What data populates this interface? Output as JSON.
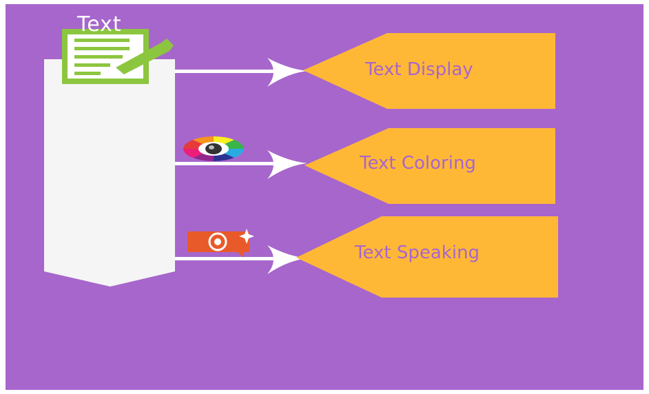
{
  "colors": {
    "background": "#a766cc",
    "panel": "#f5f5f5",
    "tag": "#ffb836",
    "tag_text": "#a766cc",
    "doc_icon": "#8cc63f",
    "arrow": "#ffffff",
    "speaker_icon": "#e85a2a"
  },
  "diagram": {
    "title": "Text",
    "items": [
      {
        "label": "Text Display",
        "icon": "none"
      },
      {
        "label": "Text Coloring",
        "icon": "color-wheel-icon"
      },
      {
        "label": "Text Speaking",
        "icon": "speech-bubble-icon"
      }
    ]
  }
}
